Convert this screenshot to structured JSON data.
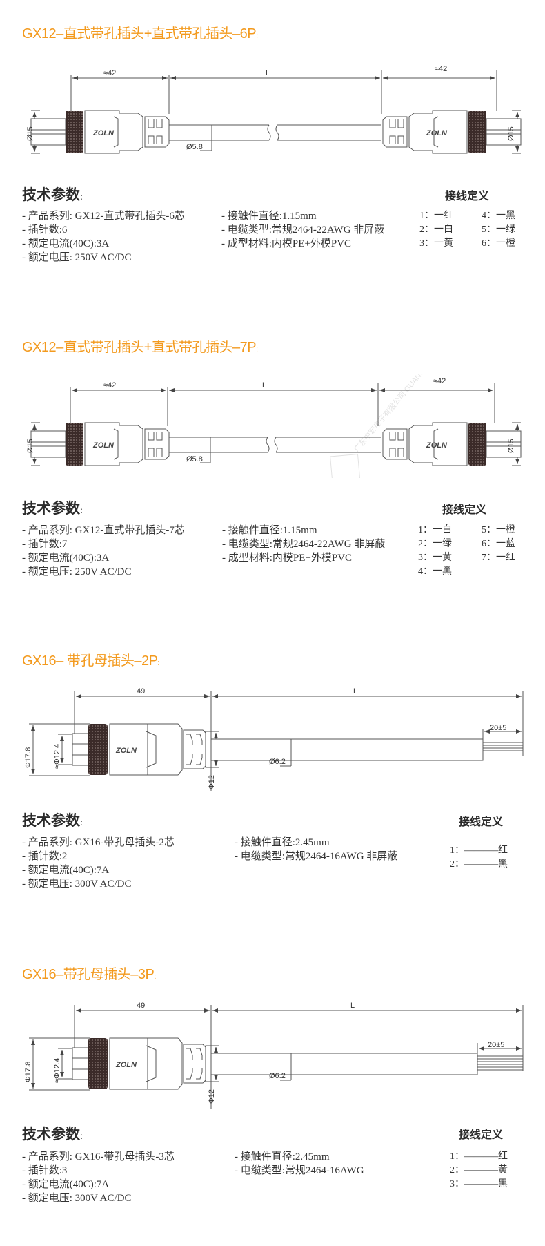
{
  "sections": [
    {
      "title": "GX12–直式带孔插头+直式带孔插头–6P",
      "colon": ":",
      "drawing": {
        "left_len": "≈42",
        "cable_len": "L",
        "right_len": "≈42",
        "diameter": "Ø15",
        "cable_diameter": "Ø5.8",
        "brand": "ZOLN"
      },
      "tech_heading": "技术参数",
      "specs_col1": [
        "- 产品系列: GX12-直式带孔插头-6芯",
        "- 插针数:6",
        "- 额定电流(40C):3A",
        "- 额定电压: 250V AC/DC"
      ],
      "specs_col2": [
        "- 接触件直径:1.15mm",
        "- 电缆类型:常规2464-22AWG 非屏蔽",
        "- 成型材料:内模PE+外模PVC"
      ],
      "wiring_heading": "接线定义",
      "wiring_col1": [
        "1：一红",
        "2：一白",
        "3：一黄"
      ],
      "wiring_col2": [
        "4：一黑",
        "5：一绿",
        "6：一橙"
      ]
    },
    {
      "title": "GX12–直式带孔插头+直式带孔插头–7P",
      "colon": ":",
      "drawing": {
        "left_len": "≈42",
        "cable_len": "L",
        "right_len": "≈42",
        "diameter": "Ø15",
        "cable_diameter": "Ø5.8",
        "brand": "ZOLN"
      },
      "tech_heading": "技术参数",
      "specs_col1": [
        "- 产品系列: GX12-直式带孔插头-7芯",
        "- 插针数:7",
        "- 额定电流(40C):3A",
        "- 额定电压: 250V AC/DC"
      ],
      "specs_col2": [
        "- 接触件直径:1.15mm",
        "- 电缆类型:常规2464-22AWG 非屏蔽",
        "- 成型材料:内模PE+外模PVC"
      ],
      "wiring_heading": "接线定义",
      "wiring_col1": [
        "1：一白",
        "2：一绿",
        "3：一黄",
        "4：一黑"
      ],
      "wiring_col2": [
        "5：一橙",
        "6：一蓝",
        "7：一红"
      ],
      "watermark": "广东中宏电子有限公司 GUANGDONG ZHONGHUAN ELECTRONICS CO.,LTD"
    },
    {
      "title": "GX16– 带孔母插头–2P",
      "colon": ":",
      "drawing": {
        "conn_len": "49",
        "cable_len": "L",
        "strip_len": "20±5",
        "outer_diameter": "Φ17.8",
        "inner_diameter": "≈Φ12.4",
        "nut_diameter": "Φ12",
        "cable_diameter": "Ø6.2",
        "brand": "ZOLN"
      },
      "tech_heading": "技术参数",
      "specs_col1": [
        "- 产品系列: GX16-带孔母插头-2芯",
        "- 插针数:2",
        "- 额定电流(40C):7A",
        "- 额定电压: 300V AC/DC"
      ],
      "specs_col2": [
        "- 接触件直径:2.45mm",
        "- 电缆类型:常规2464-16AWG 非屏蔽"
      ],
      "wiring_heading": "接线定义",
      "wiring_col1": [
        "1：———–红",
        "2：———–黑"
      ]
    },
    {
      "title": "GX16–带孔母插头–3P",
      "colon": ":",
      "drawing": {
        "conn_len": "49",
        "cable_len": "L",
        "strip_len": "20±5",
        "outer_diameter": "Φ17.8",
        "inner_diameter": "≈Φ12.4",
        "nut_diameter": "Φ12",
        "cable_diameter": "Ø6.2",
        "brand": "ZOLN"
      },
      "tech_heading": "技术参数",
      "specs_col1": [
        "- 产品系列: GX16-带孔母插头-3芯",
        "- 插针数:3",
        "- 额定电流(40C):7A",
        "- 额定电压: 300V AC/DC"
      ],
      "specs_col2": [
        "- 接触件直径:2.45mm",
        "- 电缆类型:常规2464-16AWG"
      ],
      "wiring_heading": "接线定义",
      "wiring_col1": [
        "1：———–红",
        "2：———–黄",
        "3：———–黑"
      ]
    }
  ],
  "colors": {
    "title": "#f39a1e",
    "knurl": "#3b2b29",
    "line": "#555555"
  }
}
